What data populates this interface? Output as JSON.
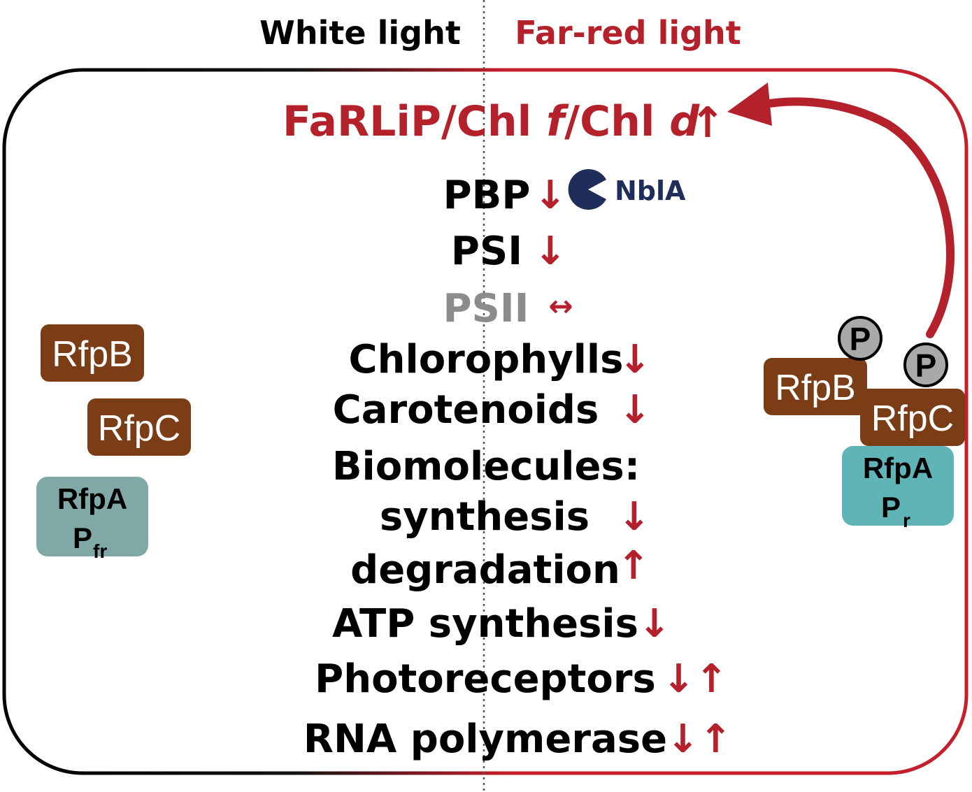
{
  "headers": {
    "white_light": "White light",
    "far_red_light": "Far-red light"
  },
  "farlip": {
    "prefix": "FaRLiP/Chl ",
    "f": "f",
    "mid": "/Chl ",
    "d": "d",
    "arrow": "↑"
  },
  "items": [
    {
      "label": "PBP",
      "arrow": "↓"
    },
    {
      "label": "PSI",
      "arrow": "↓"
    },
    {
      "label": "PSII",
      "arrow": "↔"
    },
    {
      "label": "Chlorophylls",
      "arrow": "↓"
    },
    {
      "label": "Carotenoids",
      "arrow": "↓"
    },
    {
      "label": "Biomolecules:",
      "arrow": ""
    },
    {
      "label": "synthesis",
      "arrow": "↓"
    },
    {
      "label": "degradation",
      "arrow": "↑"
    },
    {
      "label": "ATP synthesis",
      "arrow": "↓"
    },
    {
      "label": "Photoreceptors",
      "arrow": "↓↑"
    },
    {
      "label": "RNA polymerase",
      "arrow": "↓↑"
    }
  ],
  "nbla": "NblA",
  "white_side": {
    "rfpb": "RfpB",
    "rfpc": "RfpC",
    "rfpa": "RfpA",
    "p_main": "P",
    "p_sub": "fr"
  },
  "far_red_side": {
    "rfpb": "RfpB",
    "rfpc": "RfpC",
    "rfpa": "RfpA",
    "p_main": "P",
    "p_sub": "r",
    "phospho1": "P",
    "phospho2": "P"
  },
  "colors": {
    "red": "#b5212b",
    "black": "#000000",
    "gray": "#8c8c8c",
    "navy": "#1f2d5a",
    "brown": "#7a3d16",
    "teal_white": "#7fa8a6",
    "teal_far": "#5fb4b8",
    "phospho_gray": "#a9a9a9"
  }
}
